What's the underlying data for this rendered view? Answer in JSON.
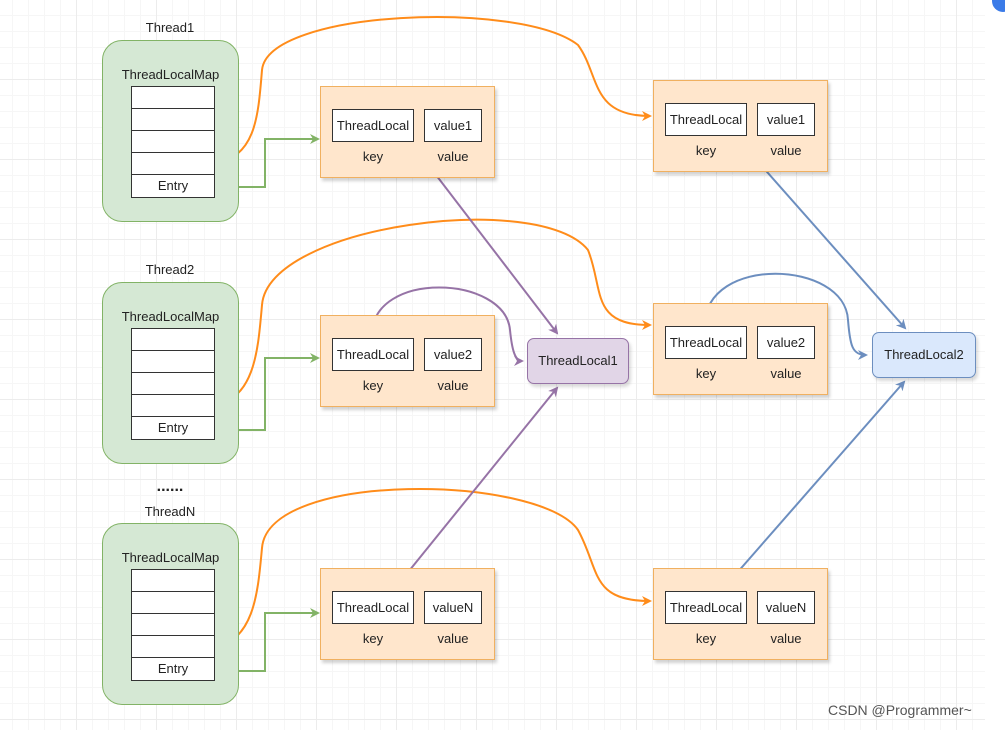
{
  "threads": [
    {
      "label": "Thread1",
      "map_title": "ThreadLocalMap",
      "entry_label": "Entry"
    },
    {
      "label": "Thread2",
      "map_title": "ThreadLocalMap",
      "entry_label": "Entry"
    },
    {
      "label": "ThreadN",
      "map_title": "ThreadLocalMap",
      "entry_label": "Entry"
    }
  ],
  "ellipsis": "......",
  "entries": [
    {
      "key_text": "ThreadLocal",
      "value_text": "value1",
      "key_label": "key",
      "value_label": "value"
    },
    {
      "key_text": "ThreadLocal",
      "value_text": "value2",
      "key_label": "key",
      "value_label": "value"
    },
    {
      "key_text": "ThreadLocal",
      "value_text": "valueN",
      "key_label": "key",
      "value_label": "value"
    },
    {
      "key_text": "ThreadLocal",
      "value_text": "value1",
      "key_label": "key",
      "value_label": "value"
    },
    {
      "key_text": "ThreadLocal",
      "value_text": "value2",
      "key_label": "key",
      "value_label": "value"
    },
    {
      "key_text": "ThreadLocal",
      "value_text": "valueN",
      "key_label": "key",
      "value_label": "value"
    }
  ],
  "thread_locals": [
    {
      "label": "ThreadLocal1",
      "fill": "#e1d5e7",
      "stroke": "#9673a6"
    },
    {
      "label": "ThreadLocal2",
      "fill": "#dae8fc",
      "stroke": "#6c8ebf"
    }
  ],
  "colors": {
    "thread_fill": "#d5e8d4",
    "thread_stroke": "#82b366",
    "entry_fill": "#ffe6cc",
    "entry_stroke": "#f0b060",
    "edge_orange": "#ff8c1a",
    "edge_green": "#82b366",
    "edge_purple": "#9673a6",
    "edge_blue": "#6c8ebf"
  },
  "watermark": "CSDN @Programmer~"
}
